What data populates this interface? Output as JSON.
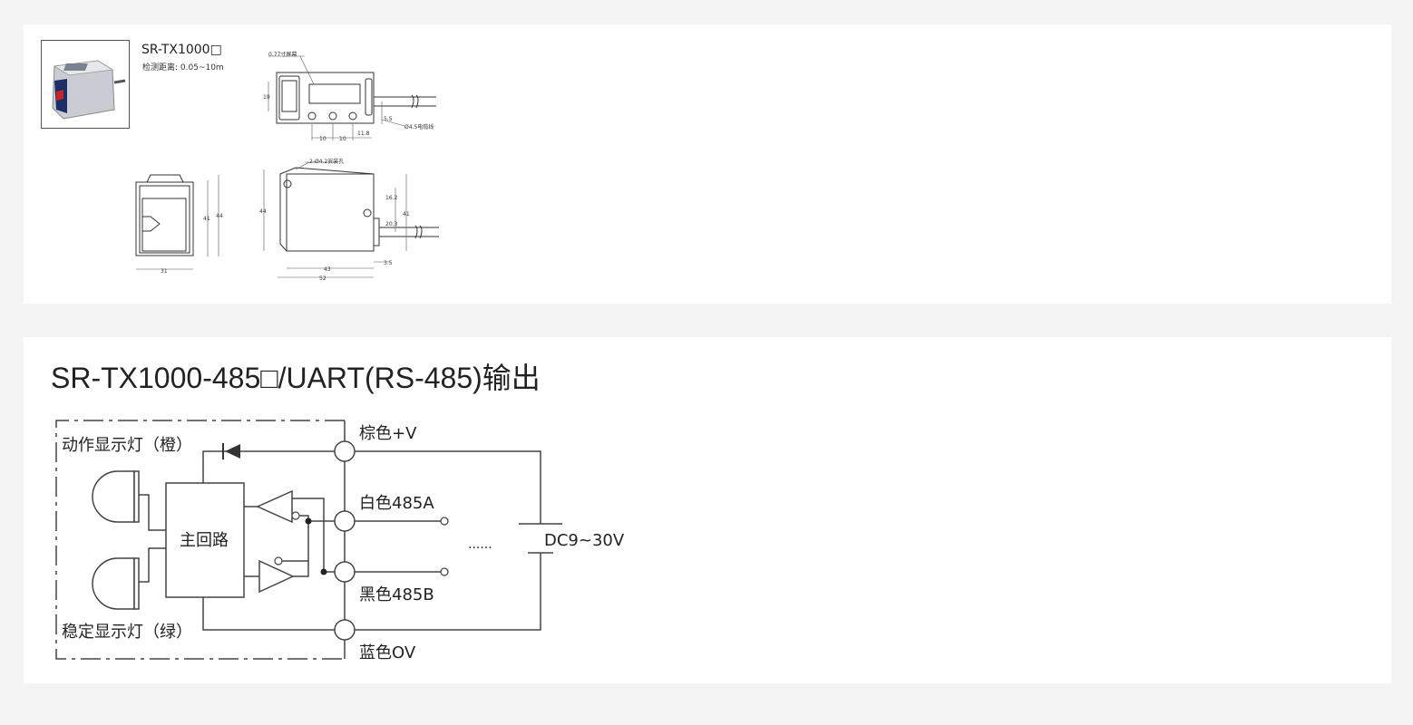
{
  "top": {
    "model": "SR-TX1000□",
    "range": "检测距离: 0.05~10m",
    "dims": {
      "screen": "0.77寸屏幕",
      "h19": "19",
      "d10a": "10",
      "d10b": "10",
      "d11_8": "11.8",
      "d5_5": "5.5",
      "cable": "Ø4.5电缆线",
      "holes": "2-Ø4.2安装孔",
      "h44a": "44",
      "h41a": "41",
      "w31": "31",
      "h44b": "44",
      "d16_2": "16.2",
      "d20_3": "20.3",
      "h41b": "41",
      "w43": "43",
      "w52": "52",
      "d3_5": "3.5"
    }
  },
  "bottom": {
    "title": "SR-TX1000-485□/UART(RS-485)输出",
    "labels": {
      "action_led": "动作显示灯（橙）",
      "stable_led": "稳定显示灯（绿）",
      "main_circuit": "主回路",
      "brown": "棕色+V",
      "white": "白色485A",
      "black": "黑色485B",
      "blue": "蓝色OV",
      "dots": "......",
      "supply": "DC9~30V"
    }
  }
}
